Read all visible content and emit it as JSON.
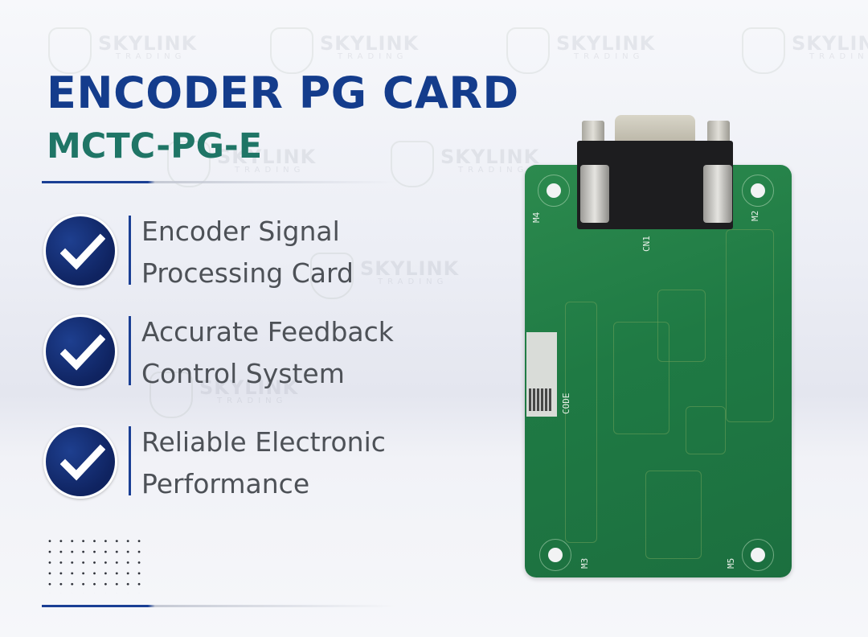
{
  "watermark": {
    "brand": "SKYLINK",
    "tagline": "TRADING"
  },
  "header": {
    "title": "ENCODER PG CARD",
    "model": "MCTC-PG-E"
  },
  "features": [
    {
      "icon": "check-icon",
      "lines": [
        "Encoder Signal",
        "Processing Card"
      ]
    },
    {
      "icon": "check-icon",
      "lines": [
        "Accurate Feedback",
        "Control System"
      ]
    },
    {
      "icon": "check-icon",
      "lines": [
        "Reliable Electronic",
        "Performance"
      ]
    }
  ],
  "board": {
    "labels": {
      "m4": "M4",
      "m2": "M2",
      "m3": "M3",
      "m5": "M5",
      "cn1": "CN1",
      "code": "CODE"
    }
  },
  "colors": {
    "title": "#143c8c",
    "model": "#1f7566",
    "check": "#0f2360",
    "text": "#4d5157",
    "pcb": "#1f7a44"
  }
}
